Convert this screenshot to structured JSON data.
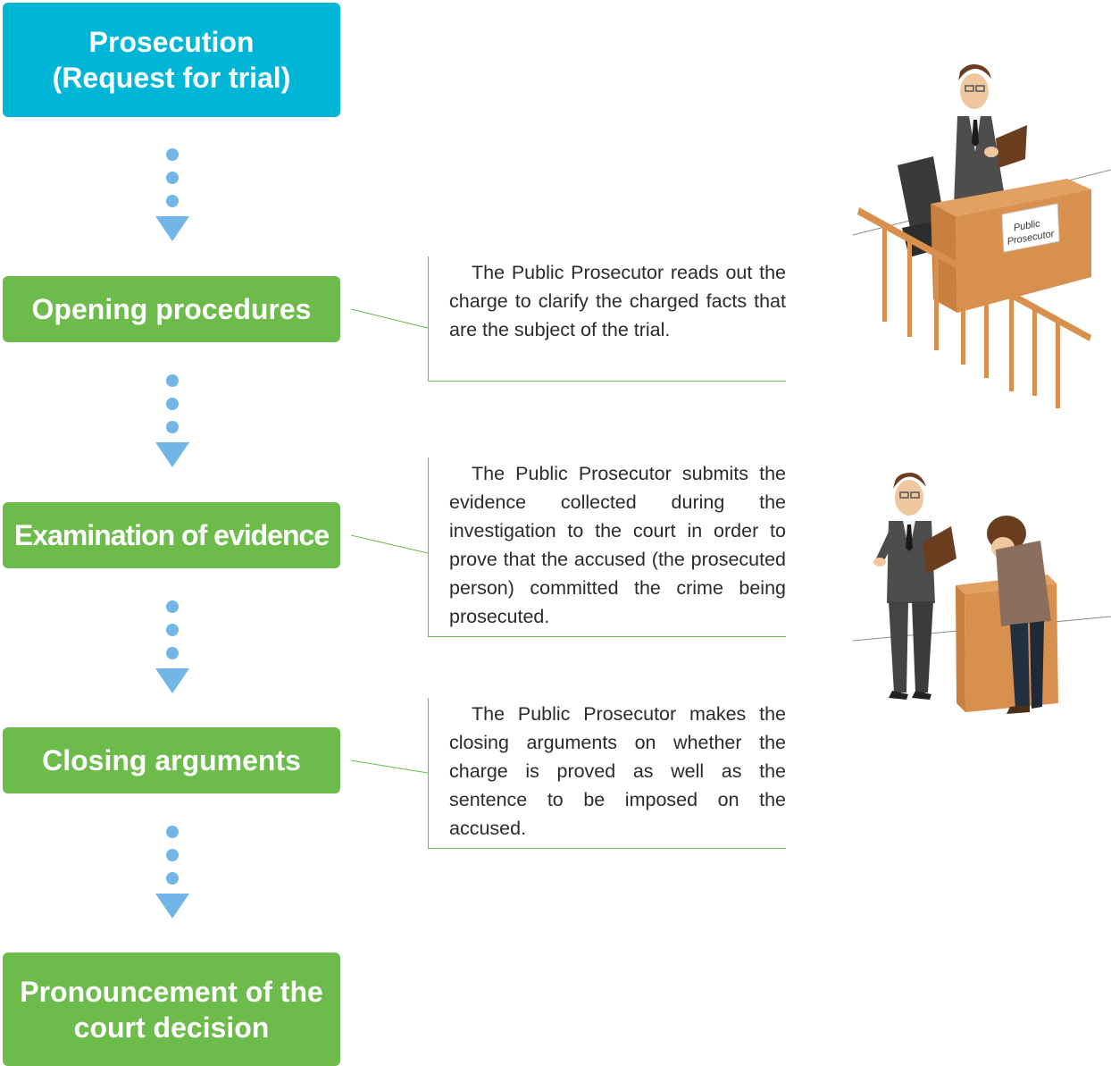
{
  "steps": [
    {
      "label": "Prosecution\n(Request for trial)"
    },
    {
      "label": "Opening procedures"
    },
    {
      "label": "Examination of evidence"
    },
    {
      "label": "Closing arguments"
    },
    {
      "label": "Pronouncement of the\ncourt decision"
    }
  ],
  "descriptions": [
    {
      "text": "The Public Prosecutor reads out the charge to clarify the charged facts that are the subject of the trial."
    },
    {
      "text": "The Public Prosecutor submits the evidence collected during the investigation to the court in order to prove that the accused (the prosecuted person)  committed the crime being prosecuted."
    },
    {
      "text": "The Public Prosecutor makes the closing arguments on  whether the charge is proved as well as the sentence to be imposed on the accused."
    }
  ],
  "illustrations": {
    "desk_sign": "Public\nProsecutor"
  },
  "colors": {
    "prosecution_box": "#00b6d6",
    "step_box": "#6cbb4b",
    "arrow": "#72b6e8"
  }
}
